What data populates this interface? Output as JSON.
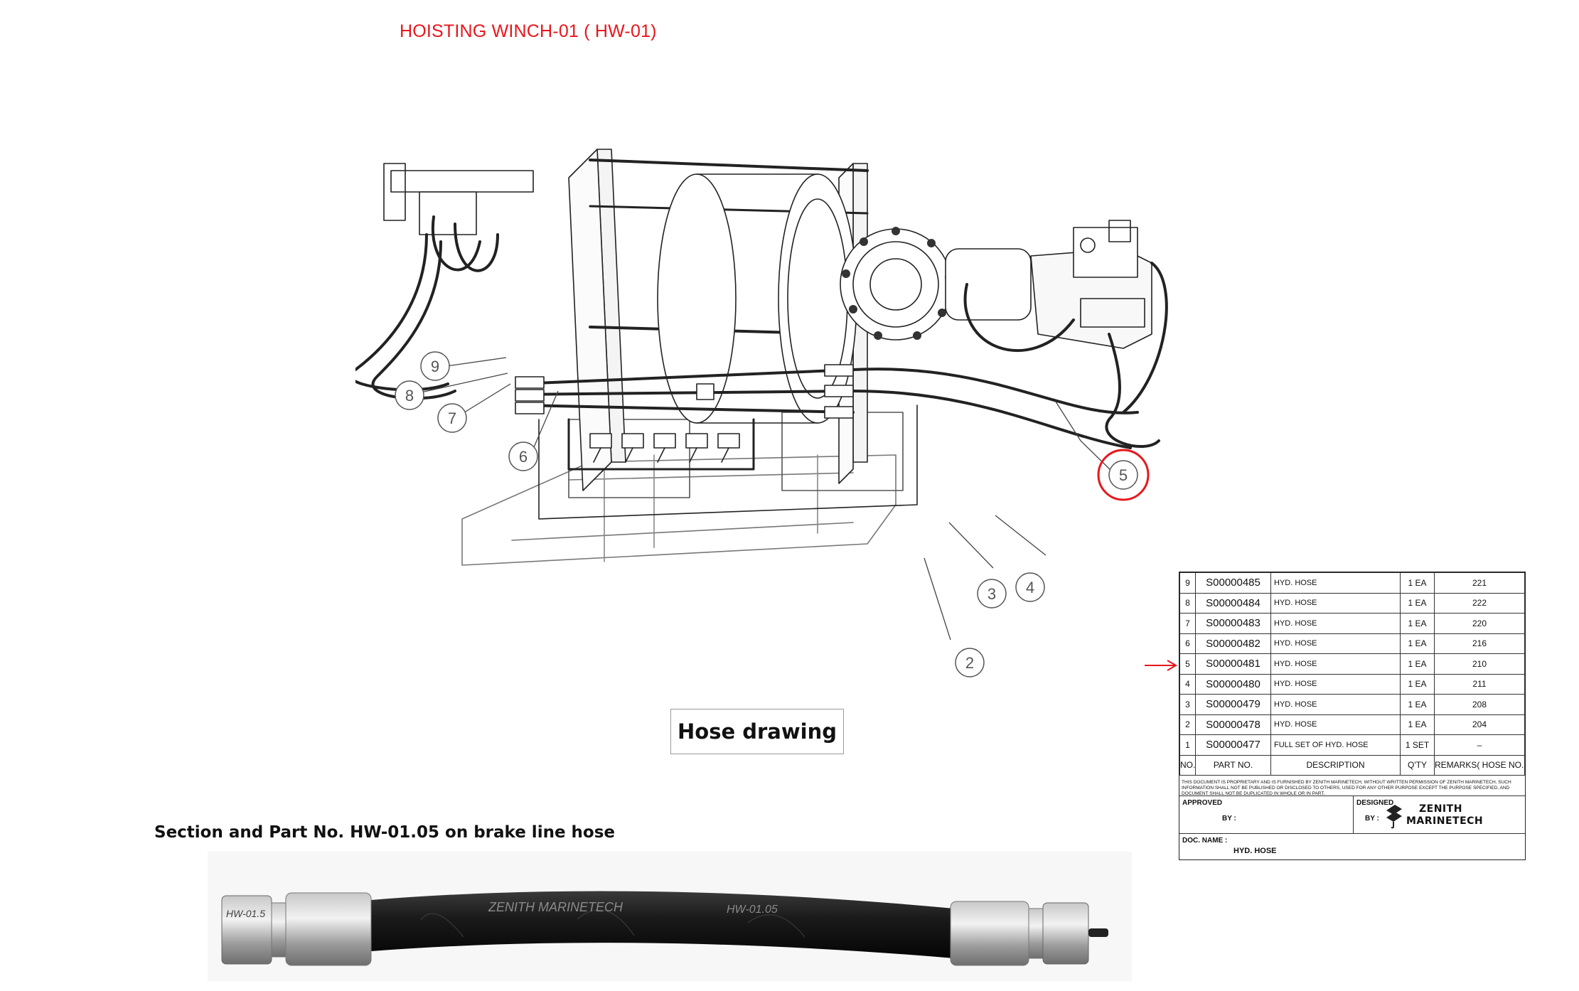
{
  "title": "HOISTING WINCH-01 ( HW-01)",
  "drawing": {
    "callouts": [
      "9",
      "8",
      "7",
      "6",
      "5",
      "4",
      "3",
      "2"
    ],
    "highlight_color": "#e8161b"
  },
  "hose_drawing_label": "Hose drawing",
  "section_label": "Section and Part No. HW-01.05 on brake line hose",
  "photo": {
    "fitting_tag": "HW-01.5",
    "hose_print_brand": "ZENITH MARINETECH",
    "hose_print_part": "HW-01.05"
  },
  "bom": {
    "rows": [
      {
        "no": "9",
        "part": "S00000485",
        "desc": "HYD. HOSE",
        "qty": "1 EA",
        "remark": "221"
      },
      {
        "no": "8",
        "part": "S00000484",
        "desc": "HYD. HOSE",
        "qty": "1 EA",
        "remark": "222"
      },
      {
        "no": "7",
        "part": "S00000483",
        "desc": "HYD. HOSE",
        "qty": "1 EA",
        "remark": "220"
      },
      {
        "no": "6",
        "part": "S00000482",
        "desc": "HYD. HOSE",
        "qty": "1 EA",
        "remark": "216"
      },
      {
        "no": "5",
        "part": "S00000481",
        "desc": "HYD. HOSE",
        "qty": "1 EA",
        "remark": "210"
      },
      {
        "no": "4",
        "part": "S00000480",
        "desc": "HYD. HOSE",
        "qty": "1 EA",
        "remark": "211"
      },
      {
        "no": "3",
        "part": "S00000479",
        "desc": "HYD. HOSE",
        "qty": "1 EA",
        "remark": "208"
      },
      {
        "no": "2",
        "part": "S00000478",
        "desc": "HYD. HOSE",
        "qty": "1 EA",
        "remark": "204"
      },
      {
        "no": "1",
        "part": "S00000477",
        "desc": "FULL SET OF HYD. HOSE",
        "qty": "1 SET",
        "remark": "–"
      }
    ],
    "headers": {
      "no": "NO.",
      "part": "PART NO.",
      "desc": "DESCRIPTION",
      "qty": "Q'TY",
      "remark": "REMARKS( HOSE NO. )"
    },
    "note": "THIS DOCUMENT IS PROPRIETARY AND IS FURNISHED BY ZENITH MARINETECH, WITHOUT WRITTEN PERMISSION OF ZENITH MARINETECH, SUCH INFORMATION SHALL NOT BE PUBLISHED OR DISCLOSED TO OTHERS, USED FOR ANY OTHER PURPOSE EXCEPT THE PURPOSE SPECIFIED, AND DOCUMENT SHALL NOT BE DUPLICATED IN WHOLE OR IN PART.",
    "approved_label": "APPROVED",
    "by_label": "BY :",
    "designed_label": "DESIGNED",
    "company_line1": "ZENITH",
    "company_line2": "MARINETECH",
    "doc_name_label": "DOC. NAME :",
    "doc_name_value": "HYD. HOSE"
  }
}
